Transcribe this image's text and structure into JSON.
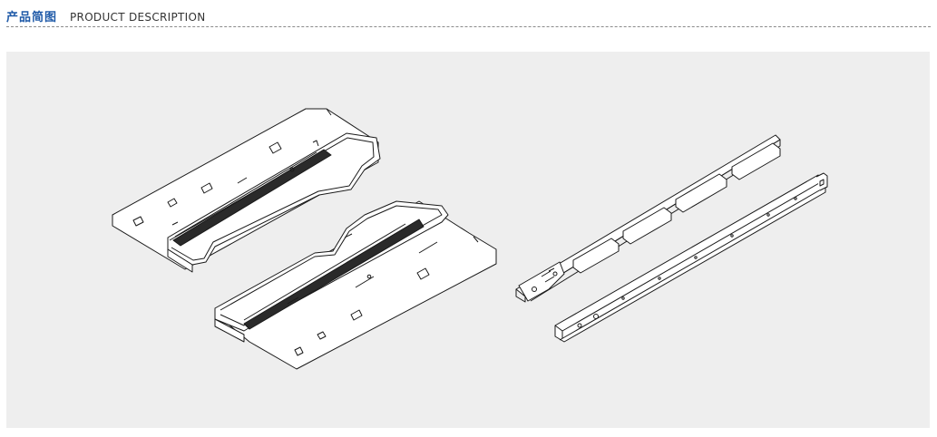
{
  "header": {
    "title_cn": "产品简图",
    "title_en": "PRODUCT DESCRIPTION"
  },
  "colors": {
    "accent": "#1f5aa8",
    "panel_bg": "#eeeeee",
    "line": "#1a1a1a"
  },
  "figures": [
    {
      "name": "drawer-tray-pair-illustration"
    },
    {
      "name": "slide-rail-pair-illustration"
    }
  ]
}
